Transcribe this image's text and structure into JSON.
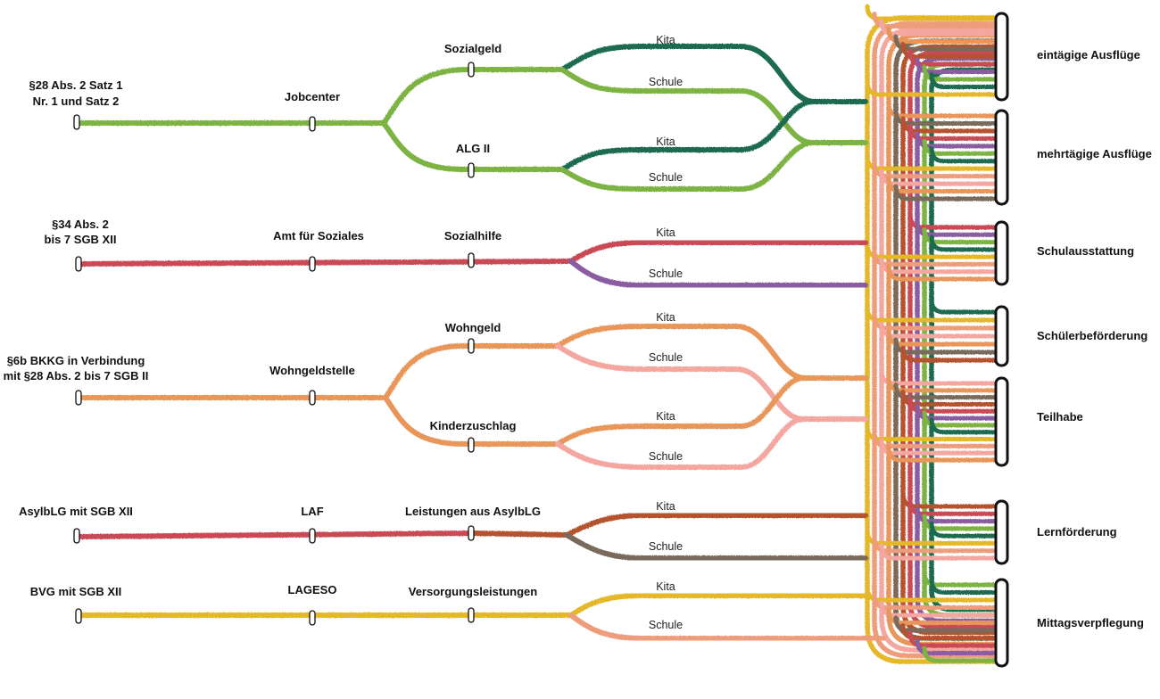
{
  "colors": {
    "green_light": "#7cb342",
    "green_dark": "#1b6b4f",
    "red": "#c94a55",
    "purple": "#8a5ba0",
    "orange": "#e8965a",
    "pink": "#f4a7a0",
    "brown": "#b5532e",
    "grey_brown": "#7a6a5c",
    "yellow": "#e5b82a",
    "salmon": "#ee9d7c"
  },
  "groups": [
    {
      "law": [
        "§28 Abs. 2 Satz 1",
        "Nr. 1 und Satz 2"
      ],
      "office": "Jobcenter",
      "benefits": [
        "Sozialgeld",
        "ALG II"
      ],
      "branches": [
        "Kita",
        "Schule",
        "Kita",
        "Schule"
      ]
    },
    {
      "law": [
        "§34 Abs. 2",
        "bis 7 SGB XII"
      ],
      "office": "Amt für Soziales",
      "benefits": [
        "Sozialhilfe"
      ],
      "branches": [
        "Kita",
        "Schule"
      ]
    },
    {
      "law": [
        "§6b BKKG in Verbindung",
        "mit §28 Abs. 2 bis 7 SGB II"
      ],
      "office": "Wohngeldstelle",
      "benefits": [
        "Wohngeld",
        "Kinderzuschlag"
      ],
      "branches": [
        "Kita",
        "Schule",
        "Kita",
        "Schule"
      ]
    },
    {
      "law": [
        "AsylbLG mit SGB XII"
      ],
      "office": "LAF",
      "benefits": [
        "Leistungen aus AsylbLG"
      ],
      "branches": [
        "Kita",
        "Schule"
      ]
    },
    {
      "law": [
        "BVG mit SGB XII"
      ],
      "office": "LAGESO",
      "benefits": [
        "Versorgungsleistungen"
      ],
      "branches": [
        "Kita",
        "Schule"
      ]
    }
  ],
  "destinations": [
    "eintägige Ausflüge",
    "mehrtägige Ausflüge",
    "Schulausstattung",
    "Schülerbeförderung",
    "Teilhabe",
    "Lernförderung",
    "Mittagsverpflegung"
  ]
}
